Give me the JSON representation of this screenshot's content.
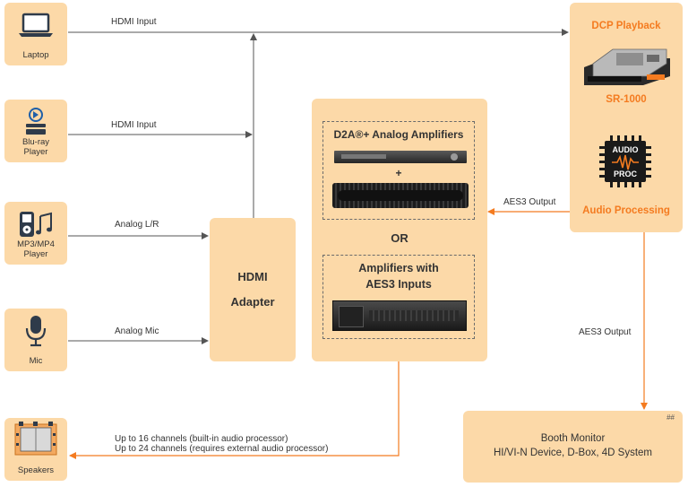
{
  "sources": [
    {
      "id": "laptop",
      "label": "Laptop",
      "icon": "laptop-icon"
    },
    {
      "id": "bluray",
      "label": "Blu-ray\nPlayer",
      "icon": "bluray-icon"
    },
    {
      "id": "mp3",
      "label": "MP3/MP4\nPlayer",
      "icon": "music-player-icon"
    },
    {
      "id": "mic",
      "label": "Mic",
      "icon": "microphone-icon"
    }
  ],
  "edges": {
    "hdmi_input_1": "HDMI Input",
    "hdmi_input_2": "HDMI Input",
    "analog_lr": "Analog L/R",
    "analog_mic": "Analog Mic",
    "aes3_output_1": "AES3 Output",
    "aes3_output_2": "AES3 Output",
    "speaker_channels_1": "Up to 16 channels (built-in audio processor)",
    "speaker_channels_2": "Up to 24 channels (requires external audio processor)"
  },
  "hdmi_adapter": {
    "line1": "HDMI",
    "line2": "Adapter"
  },
  "dcp": {
    "title": "DCP Playback",
    "model": "SR-1000",
    "chip_line1": "AUDIO",
    "chip_line2": "PROC",
    "processing": "Audio Processing"
  },
  "amplifiers": {
    "d2a_title": "D2A®+ Analog Amplifiers",
    "plus": "+",
    "or": "OR",
    "aes3_line1": "Amplifiers with",
    "aes3_line2": "AES3 Inputs"
  },
  "speakers": {
    "label": "Speakers"
  },
  "booth": {
    "title": "Booth Monitor",
    "devices": "HI/VI-N Device, D-Box, 4D System",
    "note": "##"
  },
  "colors": {
    "box": "#fcd9a8",
    "accent": "#f47b20",
    "line": "#555555"
  }
}
